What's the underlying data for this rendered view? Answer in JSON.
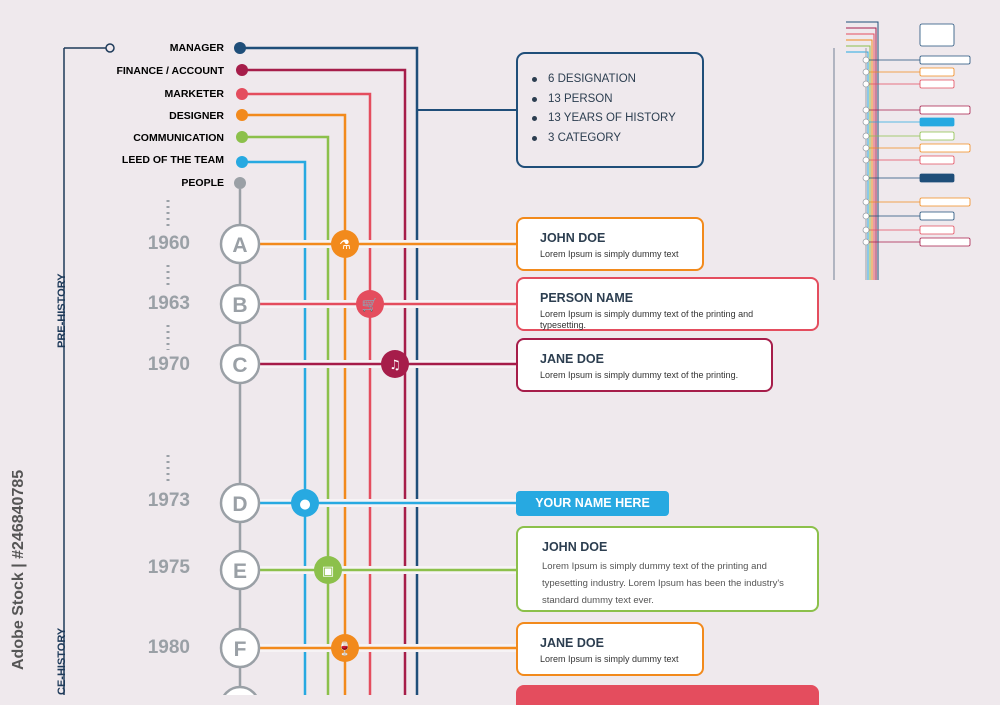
{
  "categories": [
    {
      "label": "MANAGER",
      "color": "#1f4e79"
    },
    {
      "label": "FINANCE / ACCOUNT",
      "color": "#a61d4a"
    },
    {
      "label": "MARKETER",
      "color": "#e44d5e"
    },
    {
      "label": "DESIGNER",
      "color": "#f28a1c"
    },
    {
      "label": "COMMUNICATION",
      "color": "#8cc04b"
    },
    {
      "label": "LEED OF THE TEAM",
      "color": "#27a9e1"
    },
    {
      "label": "PEOPLE",
      "color": "#9aa0a6"
    }
  ],
  "summary": [
    "6 DESIGNATION",
    "13 PERSON",
    "13 YEARS OF HISTORY",
    "3 CATEGORY"
  ],
  "sections": {
    "pre": "PRE-HISTORY",
    "ce": "CE-HISTORY"
  },
  "stock_text": "Adobe Stock | #246840785",
  "events": [
    {
      "year": "1960",
      "letter": "A",
      "icon": "flask-icon",
      "title": "JOHN DOE",
      "text": "Lorem Ipsum is simply dummy text",
      "color": "#f28a1c"
    },
    {
      "year": "1963",
      "letter": "B",
      "icon": "cart-icon",
      "title": "PERSON NAME",
      "text": "Lorem Ipsum is simply dummy text of the printing and typesetting.",
      "color": "#e44d5e"
    },
    {
      "year": "1970",
      "letter": "C",
      "icon": "music-icon",
      "title": "JANE DOE",
      "text": "Lorem Ipsum is simply dummy text of the printing.",
      "color": "#a61d4a"
    },
    {
      "year": "1973",
      "letter": "D",
      "icon": "piggy-bank-icon",
      "title": "YOUR NAME HERE",
      "text": "",
      "color": "#27a9e1"
    },
    {
      "year": "1975",
      "letter": "E",
      "icon": "toolbox-icon",
      "title": "JOHN DOE",
      "text": "Lorem Ipsum is simply dummy text of the printing and typesetting industry. Lorem Ipsum has been the industry's standard dummy text ever.",
      "color": "#8cc04b"
    },
    {
      "year": "1980",
      "letter": "F",
      "icon": "wine-glass-icon",
      "title": "JANE DOE",
      "text": "Lorem Ipsum is simply dummy text",
      "color": "#f28a1c"
    }
  ]
}
